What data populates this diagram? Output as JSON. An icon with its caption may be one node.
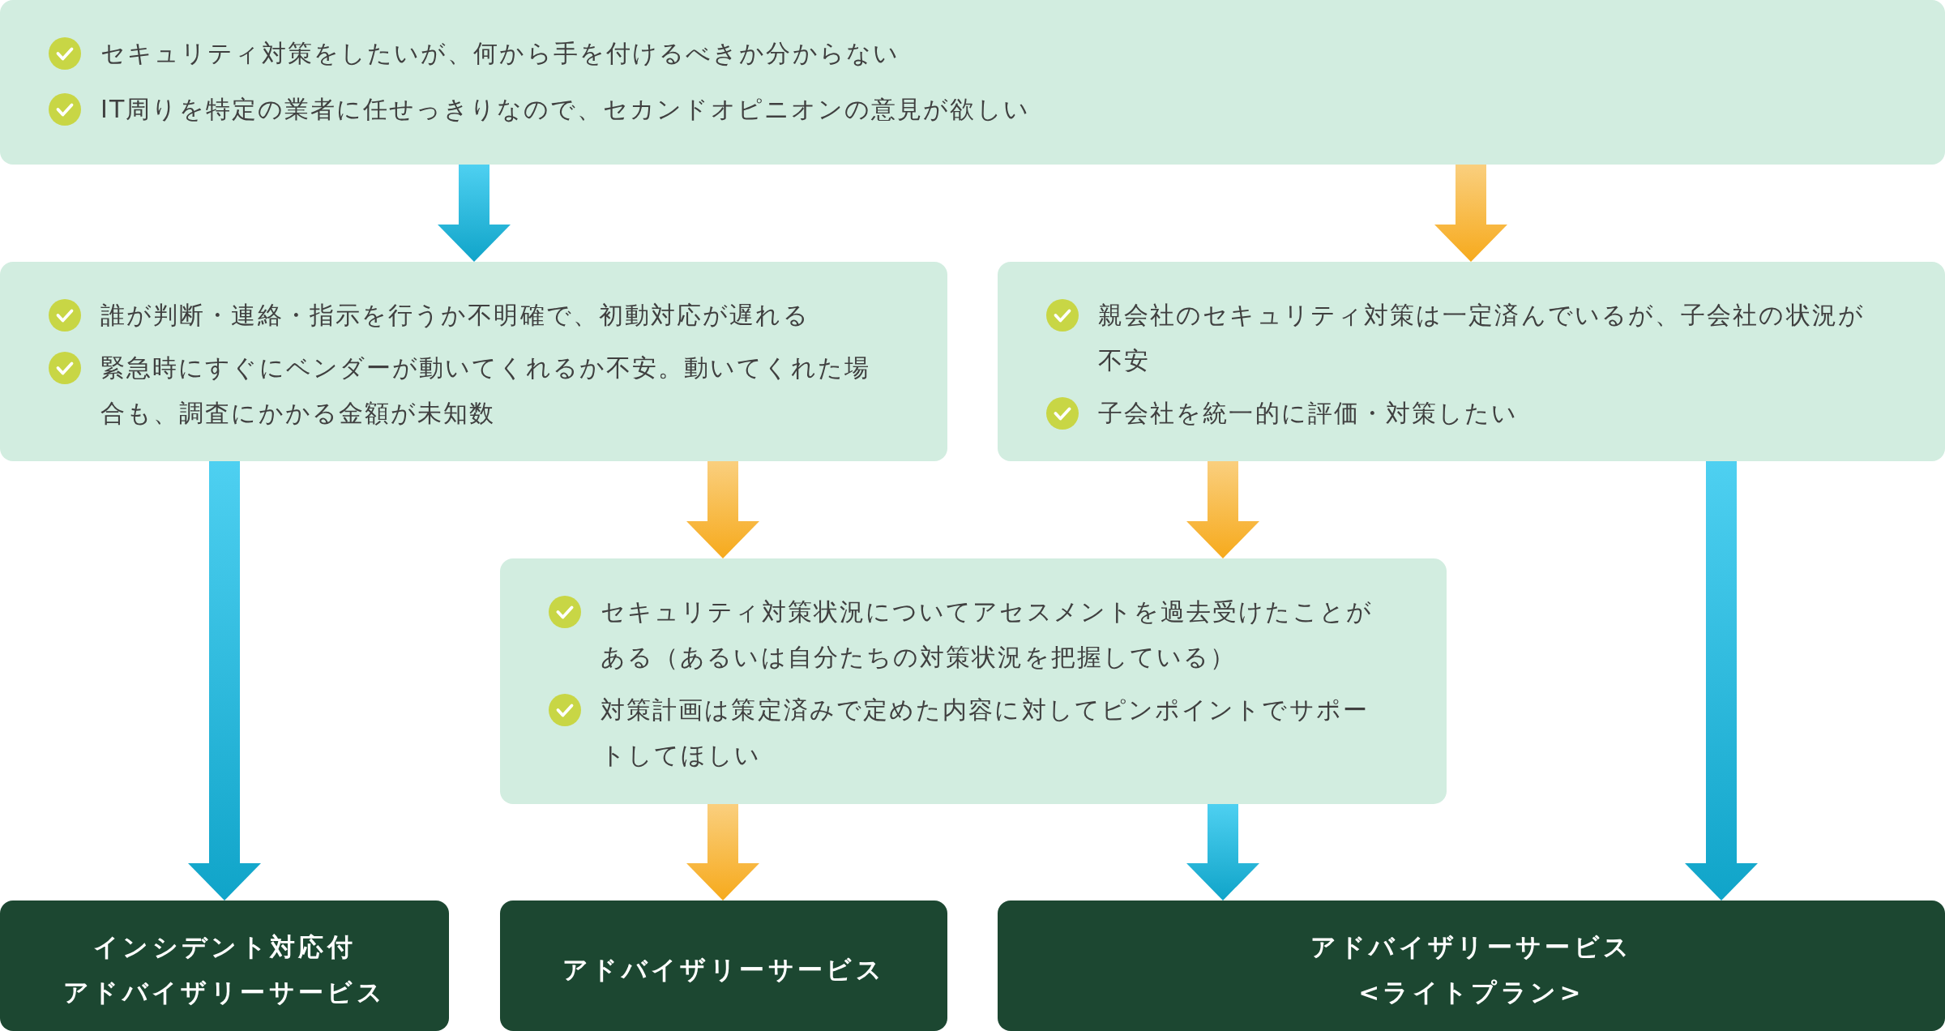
{
  "diagram": {
    "nodes": [
      {
        "text": [
          "セキュリティ対策をしたいが、何から手を付けるべきか分からない",
          "IT周りを特定の業者に任せっきりなので、セカンドオピニオンの意見が欲しい"
        ]
      },
      {
        "text": [
          "誰が判断・連絡・指示を行うか不明確で、初動対応が遅れる",
          "緊急時にすぐにベンダーが動いてくれるか不安。動いてくれた場合も、調査にかかる金額が未知数"
        ]
      },
      {
        "text": [
          "親会社のセキュリティ対策は一定済んでいるが、子会社の状況が不安",
          "子会社を統一的に評価・対策したい"
        ]
      },
      {
        "text": [
          "セキュリティ対策状況についてアセスメントを過去受けたことがある（あるいは自分たちの対策状況を把握している）",
          "対策計画は策定済みで定めた内容に対してピンポイントでサポートしてほしい"
        ]
      },
      {
        "text": [
          "インシデント対応付アドバイザリーサービス"
        ]
      },
      {
        "text": [
          "アドバイザリーサービス"
        ]
      },
      {
        "text": [
          "アドバイザリーサービス<ライトプラン>"
        ]
      }
    ],
    "edges": [
      {
        "from": 0,
        "to": 1,
        "arrow": "to",
        "color": "#10a4c9"
      },
      {
        "from": 0,
        "to": 2,
        "arrow": "to",
        "color": "#f6aa1c"
      },
      {
        "from": 1,
        "to": 4,
        "arrow": "to",
        "color": "#10a4c9"
      },
      {
        "from": 1,
        "to": 3,
        "arrow": "to",
        "color": "#f6aa1c"
      },
      {
        "from": 2,
        "to": 3,
        "arrow": "to",
        "color": "#f6aa1c"
      },
      {
        "from": 2,
        "to": 6,
        "arrow": "to",
        "color": "#10a4c9"
      },
      {
        "from": 3,
        "to": 5,
        "arrow": "to",
        "color": "#f6aa1c"
      },
      {
        "from": 3,
        "to": 6,
        "arrow": "to",
        "color": "#10a4c9"
      }
    ]
  }
}
